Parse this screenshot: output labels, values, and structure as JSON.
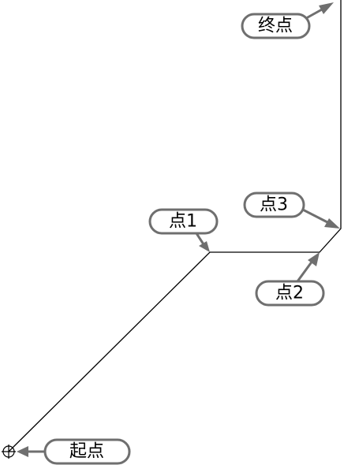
{
  "labels": {
    "start": "起点",
    "point1": "点1",
    "point2": "点2",
    "point3": "点3",
    "end": "终点"
  },
  "colors": {
    "path": "#000000",
    "callout": "#6f6f6f",
    "background": "#ffffff"
  },
  "icons": {
    "start_marker": "crosshair-circle-icon"
  }
}
